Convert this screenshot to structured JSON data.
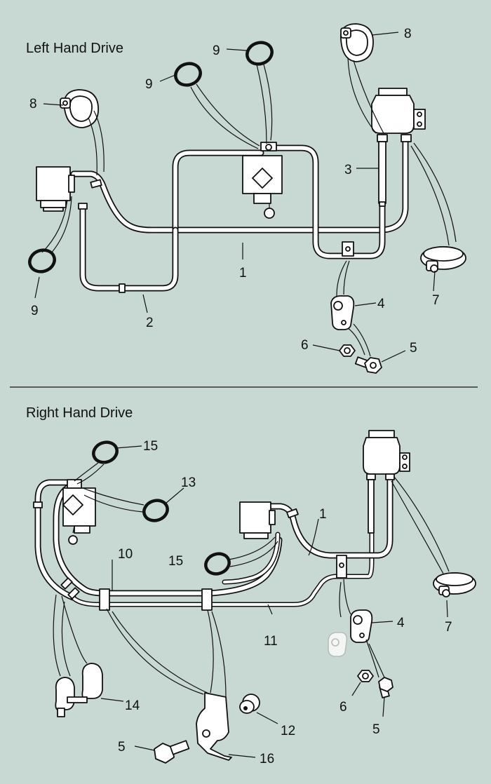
{
  "sections": {
    "lhd_title": "Left Hand Drive",
    "rhd_title": "Right Hand Drive"
  },
  "callouts": {
    "lhd": {
      "c1": "1",
      "c2": "2",
      "c3": "3",
      "c4": "4",
      "c5": "5",
      "c6": "6",
      "c7": "7",
      "c8_left": "8",
      "c8_right": "8",
      "c9_left": "9",
      "c9_mid": "9",
      "c9_top": "9"
    },
    "rhd": {
      "c1": "1",
      "c4": "4",
      "c5_right": "5",
      "c5_bottom": "5",
      "c6": "6",
      "c7": "7",
      "c10": "10",
      "c11": "11",
      "c12": "12",
      "c13": "13",
      "c14": "14",
      "c15_top": "15",
      "c15_mid": "15",
      "c16": "16"
    }
  },
  "colors": {
    "background": "#c8d8d2",
    "line": "#111111",
    "part_fill": "#ffffff"
  }
}
